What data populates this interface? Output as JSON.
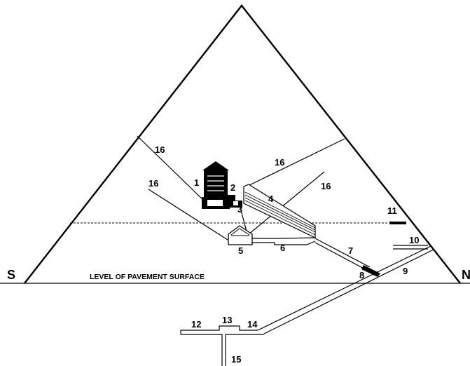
{
  "diagram": {
    "directions": {
      "south": "S",
      "north": "N"
    },
    "pavement_label": "LEVEL OF PAVEMENT SURFACE",
    "labels": {
      "l1": "1",
      "l2": "2",
      "l3": "3",
      "l4": "4",
      "l5": "5",
      "l6": "6",
      "l7": "7",
      "l8": "8",
      "l9": "9",
      "l10": "10",
      "l11": "11",
      "l12": "12",
      "l13": "13",
      "l14": "14",
      "l15": "15",
      "l16a": "16",
      "l16b": "16",
      "l16c": "16",
      "l16d": "16"
    }
  }
}
